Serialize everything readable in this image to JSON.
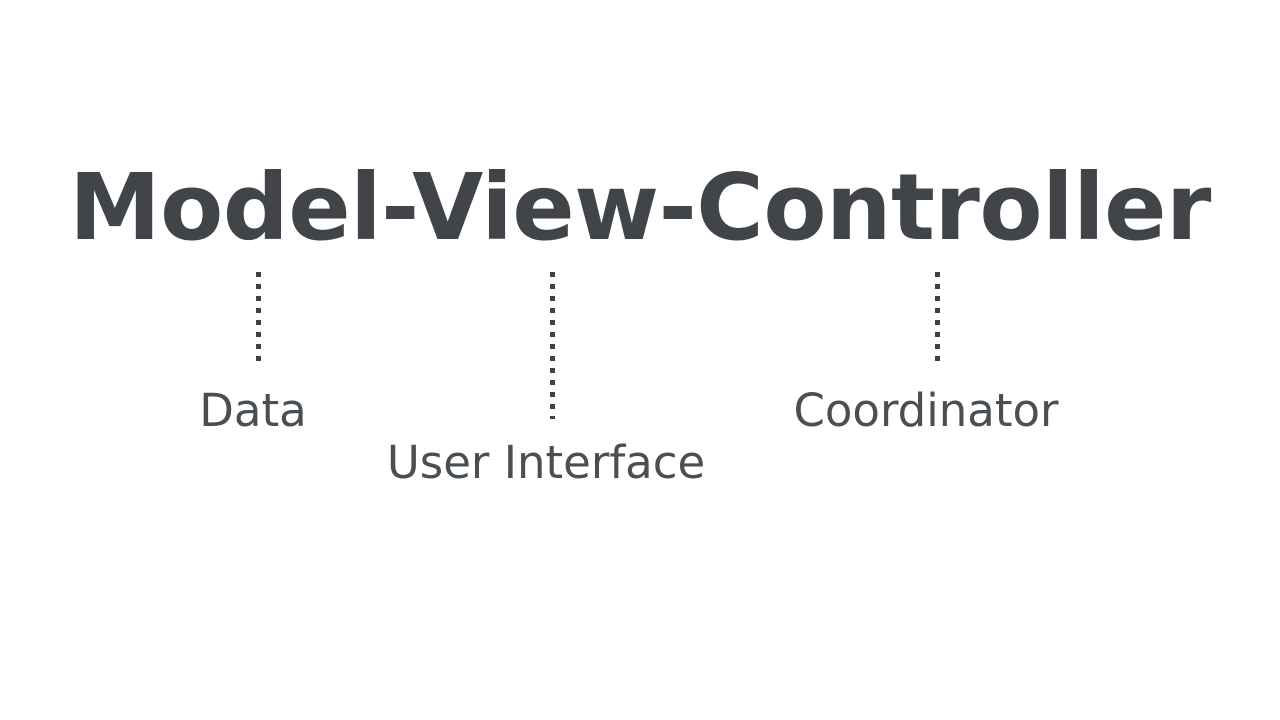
{
  "slide": {
    "background_color": "#ffffff",
    "title": {
      "text": "Model-View-Controller",
      "color": "#41454a"
    },
    "connectors": [
      {
        "name": "model-connector",
        "style": "dotted-vertical",
        "color": "#3f4246"
      },
      {
        "name": "view-connector",
        "style": "dotted-vertical",
        "color": "#3f4246"
      },
      {
        "name": "controller-connector",
        "style": "dotted-vertical",
        "color": "#3f4246"
      }
    ],
    "labels": [
      {
        "text": "Data",
        "for": "Model",
        "color": "#4a4f54"
      },
      {
        "text": "User Interface",
        "for": "View",
        "color": "#4a4f54"
      },
      {
        "text": "Coordinator",
        "for": "Controller",
        "color": "#4a4f54"
      }
    ]
  }
}
